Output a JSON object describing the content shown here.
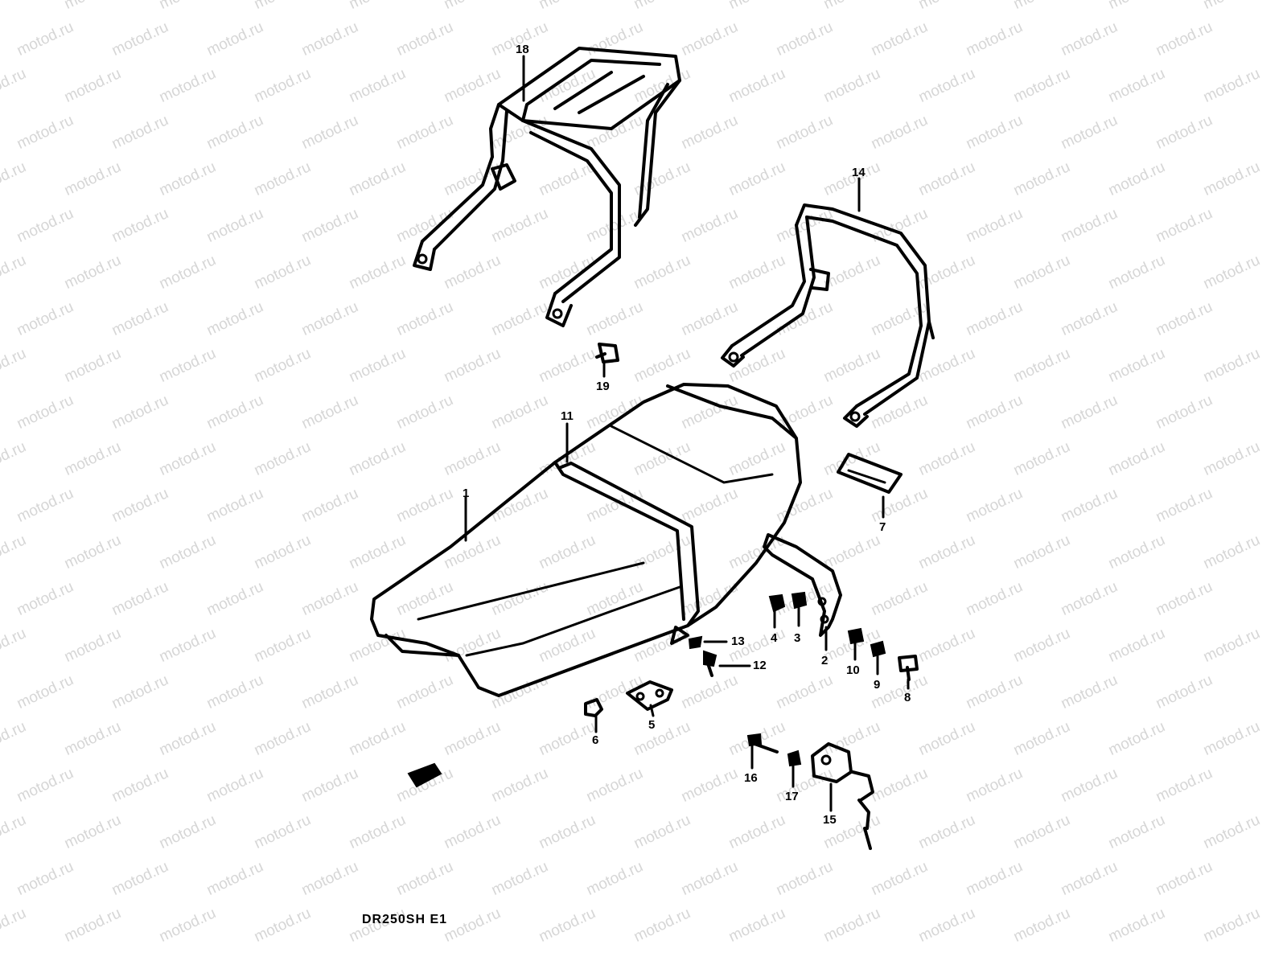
{
  "watermark": {
    "text": "motod.ru"
  },
  "model_code": "DR250SH E1",
  "callouts": [
    "1",
    "2",
    "3",
    "4",
    "5",
    "6",
    "7",
    "8",
    "9",
    "10",
    "11",
    "12",
    "13",
    "14",
    "15",
    "16",
    "17",
    "18",
    "19"
  ],
  "colors": {
    "line": "#000000",
    "background": "#ffffff",
    "watermark": "#d6d6d6"
  }
}
